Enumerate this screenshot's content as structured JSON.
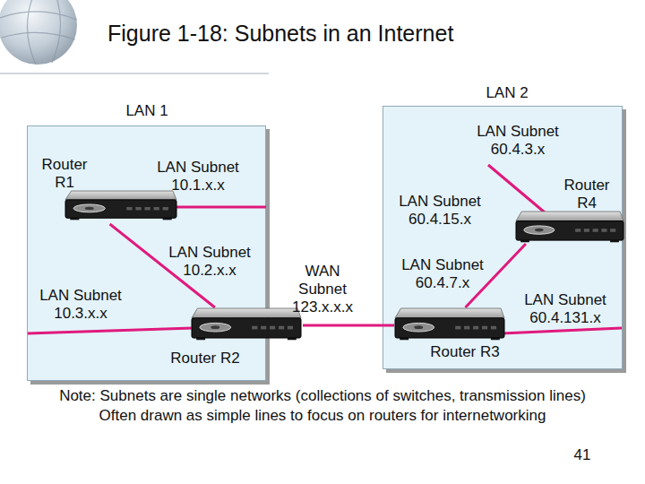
{
  "diagram": {
    "title": "Figure 1-18: Subnets in an Internet",
    "nodes": [
      {
        "text": [
          "LAN 1"
        ]
      },
      {
        "text": [
          "Router R1"
        ],
        "in": 0
      },
      {
        "text": [
          "Router R2"
        ],
        "in": 0
      },
      {
        "text": [
          "LAN 2"
        ]
      },
      {
        "text": [
          "Router R4"
        ],
        "in": 3
      },
      {
        "text": [
          "Router R3"
        ],
        "in": 3
      }
    ],
    "edges": [
      {
        "from": 1,
        "to": 2,
        "arrow": "none",
        "label": "LAN Subnet 10.2.x.x"
      },
      {
        "from": 2,
        "to": 5,
        "arrow": "none",
        "label": "WAN Subnet 123.x.x.x"
      },
      {
        "from": 5,
        "to": 4,
        "arrow": "none",
        "label": "LAN Subnet 60.4.15.x"
      }
    ],
    "labels": [
      "LAN Subnet 10.1.x.x",
      "LAN Subnet 10.3.x.x",
      "LAN Subnet 60.4.3.x",
      "LAN Subnet 60.4.7.x",
      "LAN Subnet 60.4.131.x",
      "Note: Subnets are single networks (collections of switches, transmission lines)",
      "Often drawn as simple lines to focus on routers for internetworking",
      "41"
    ]
  }
}
